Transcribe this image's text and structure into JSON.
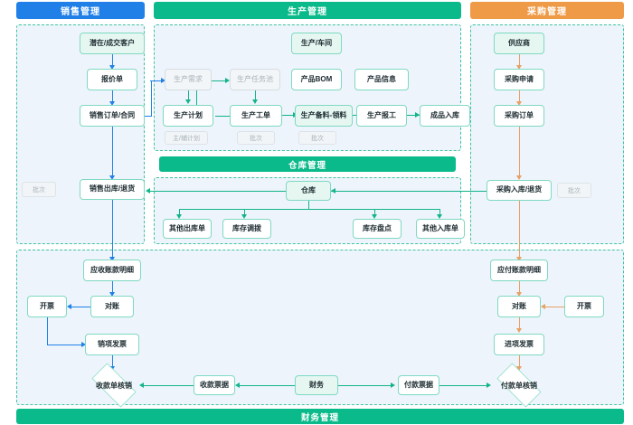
{
  "headers": {
    "sales": "销售管理",
    "production": "生产管理",
    "purchasing": "采购管理"
  },
  "subbars": {
    "warehouse": "仓库管理",
    "finance": "财务管理"
  },
  "colors": {
    "sales_blue": "#2080E8",
    "production_green": "#0BBA8A",
    "purchasing_orange": "#EF9A46",
    "zone_border": "#3FC4A0",
    "zone_fill": "#EDF4FB",
    "node_border": "#7FD9C2",
    "muted_text": "#A9B3BA"
  },
  "sales": {
    "nodes": [
      {
        "key": "lead",
        "label": "潜在/成交客户"
      },
      {
        "key": "quotation",
        "label": "报价单"
      },
      {
        "key": "order",
        "label": "销售订单/合同"
      },
      {
        "key": "outbound",
        "label": "销售出库/退货"
      }
    ],
    "tags": [
      {
        "key": "outbound-batch",
        "label": "批次"
      }
    ]
  },
  "production": {
    "nodes": [
      {
        "key": "demand",
        "label": "生产需求",
        "muted": true
      },
      {
        "key": "task-pool",
        "label": "生产任务池",
        "muted": true
      },
      {
        "key": "workshop",
        "label": "生产/车间"
      },
      {
        "key": "plan",
        "label": "生产计划"
      },
      {
        "key": "work-order",
        "label": "生产工单"
      },
      {
        "key": "bom",
        "label": "产品BOM"
      },
      {
        "key": "product-info",
        "label": "产品信息"
      },
      {
        "key": "material",
        "label": "生产备料-领料"
      },
      {
        "key": "report",
        "label": "生产报工"
      },
      {
        "key": "finished-in",
        "label": "成品入库"
      }
    ],
    "tags": [
      {
        "key": "plan-tag",
        "label": "主/辅计划"
      },
      {
        "key": "workorder-tag",
        "label": "批次"
      },
      {
        "key": "material-tag",
        "label": "批次"
      }
    ]
  },
  "warehouse": {
    "nodes": [
      {
        "key": "warehouse",
        "label": "仓库"
      },
      {
        "key": "other-out",
        "label": "其他出库单"
      },
      {
        "key": "stock-transfer",
        "label": "库存调拨"
      },
      {
        "key": "stock-count",
        "label": "库存盘点"
      },
      {
        "key": "other-in",
        "label": "其他入库单"
      }
    ]
  },
  "purchasing": {
    "nodes": [
      {
        "key": "supplier",
        "label": "供应商"
      },
      {
        "key": "requisition",
        "label": "采购申请"
      },
      {
        "key": "po",
        "label": "采购订单"
      },
      {
        "key": "inbound",
        "label": "采购入库/退货"
      }
    ],
    "tags": [
      {
        "key": "inbound-batch",
        "label": "批次"
      }
    ]
  },
  "finance_receivable": {
    "nodes": [
      {
        "key": "ar-detail",
        "label": "应收账款明细"
      },
      {
        "key": "reconcile",
        "label": "对账"
      },
      {
        "key": "invoicing",
        "label": "开票"
      },
      {
        "key": "sales-invoice",
        "label": "销项发票"
      },
      {
        "key": "receipt-doc",
        "label": "收款票据"
      }
    ],
    "diamonds": [
      {
        "key": "receipt-writeoff",
        "label": "收款单核销"
      }
    ]
  },
  "finance_payable": {
    "nodes": [
      {
        "key": "ap-detail",
        "label": "应付账款明细"
      },
      {
        "key": "reconcile",
        "label": "对账"
      },
      {
        "key": "invoicing",
        "label": "开票"
      },
      {
        "key": "input-invoice",
        "label": "进项发票"
      },
      {
        "key": "payment-doc",
        "label": "付款票据"
      }
    ],
    "diamonds": [
      {
        "key": "payment-writeoff",
        "label": "付款单核销"
      }
    ]
  },
  "finance_center": {
    "nodes": [
      {
        "key": "finance",
        "label": "财务"
      }
    ]
  }
}
